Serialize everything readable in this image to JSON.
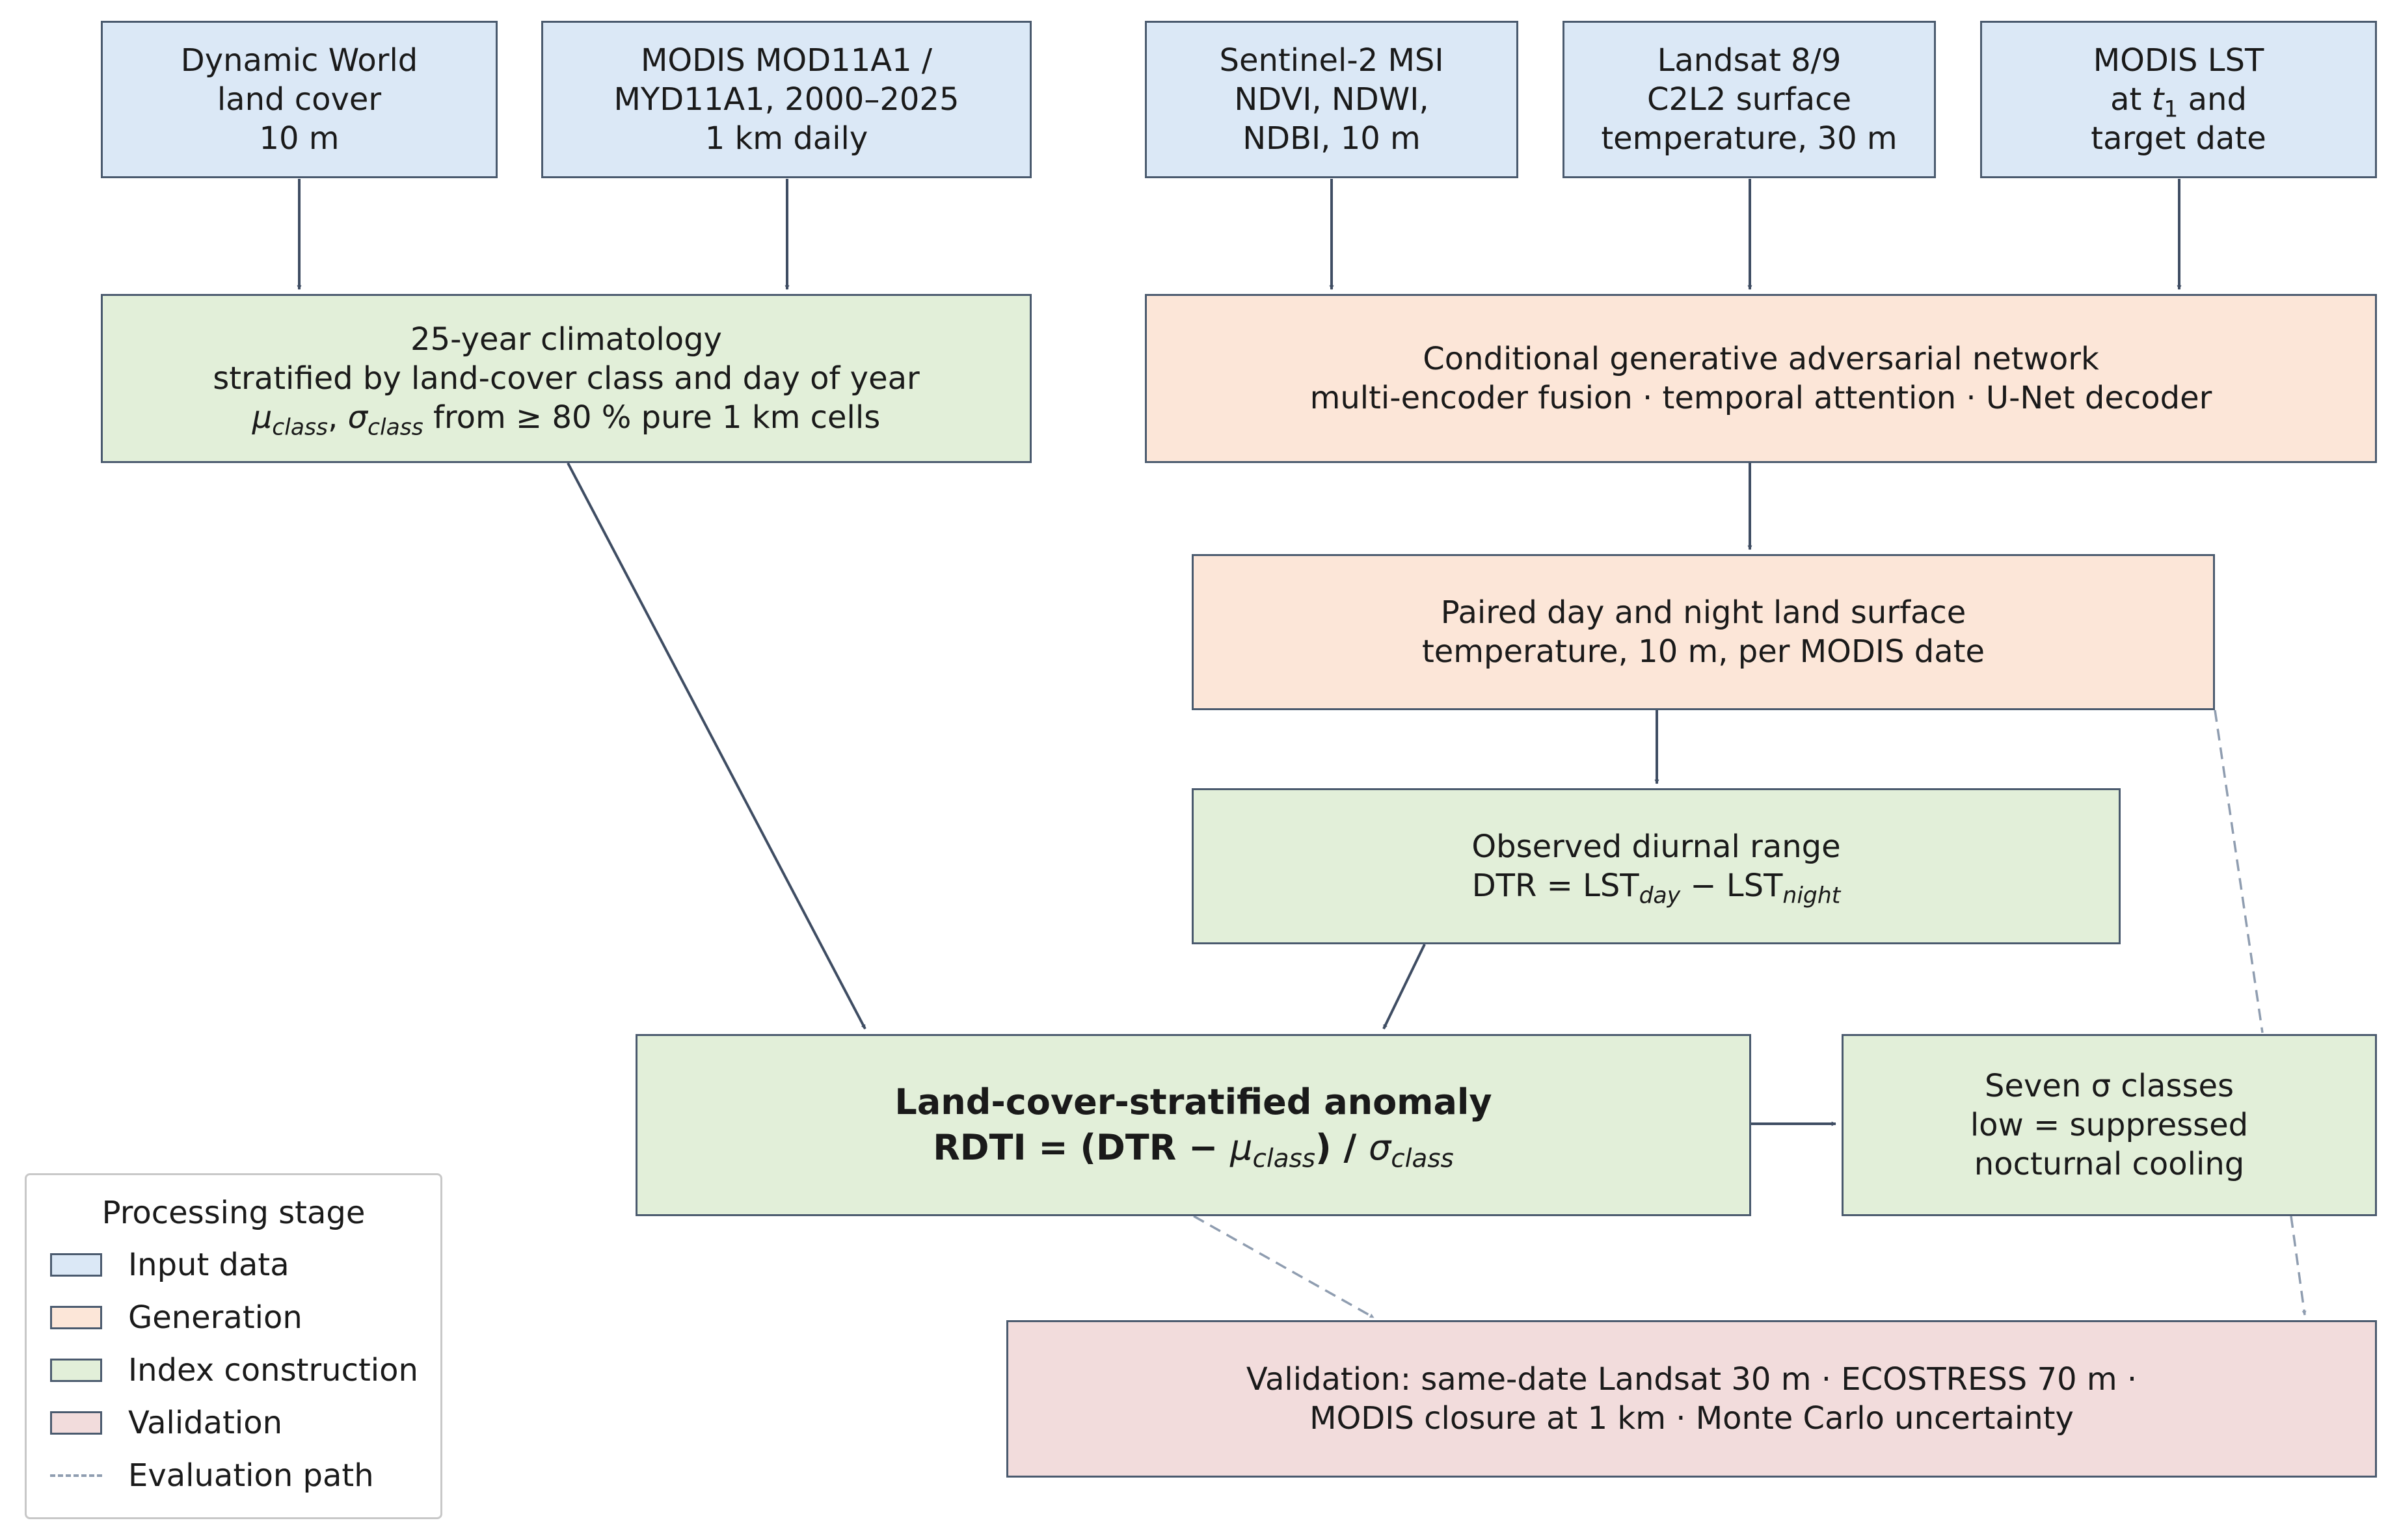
{
  "colors": {
    "input": "#dbe8f6",
    "generation": "#fce6d8",
    "index": "#e2efd9",
    "validation": "#f2dcdc",
    "arrow": "#3f4d63",
    "evaluation_path": "#8f9db0"
  },
  "inputs": {
    "dynamic_world": [
      "Dynamic World",
      "land cover",
      "10 m"
    ],
    "modis_mod11": [
      "MODIS MOD11A1 /",
      "MYD11A1, 2000–2025",
      "1 km daily"
    ],
    "sentinel2": [
      "Sentinel-2 MSI",
      "NDVI, NDWI,",
      "NDBI, 10 m"
    ],
    "landsat": [
      "Landsat 8/9",
      "C2L2 surface",
      "temperature, 30 m"
    ],
    "modis_lst": {
      "line1": "MODIS LST",
      "line2_pre": "at ",
      "line2_var": "t",
      "line2_sub": "1",
      "line2_post": " and",
      "line3": "target date"
    }
  },
  "climatology": {
    "line1": "25-year climatology",
    "line2": "stratified by land-cover class and day of year",
    "mu": "μ",
    "sigma": "σ",
    "sub": "class",
    "line3_sep": ", ",
    "line3_post": " from ≥ 80 % pure 1 km cells"
  },
  "gan": {
    "line1": "Conditional generative adversarial network",
    "line2": "multi-encoder fusion · temporal attention · U-Net decoder"
  },
  "paired": {
    "line1": "Paired day and night land surface",
    "line2": "temperature, 10 m, per MODIS date"
  },
  "dtr": {
    "line1": "Observed diurnal range",
    "lhs": "DTR = LST",
    "sub_day": "day",
    "minus": " − LST",
    "sub_night": "night"
  },
  "rdti": {
    "line1": "Land-cover-stratified anomaly",
    "pre": "RDTI = (DTR − ",
    "mu": "μ",
    "sub": "class",
    "mid": ") / ",
    "sigma": "σ"
  },
  "classes": [
    "Seven σ classes",
    "low = suppressed",
    "nocturnal cooling"
  ],
  "validation": {
    "line1": "Validation:  same-date Landsat 30 m  ·  ECOSTRESS 70 m  ·",
    "line2": "MODIS closure at 1 km  ·  Monte Carlo uncertainty"
  },
  "legend": {
    "title": "Processing stage",
    "items": [
      "Input data",
      "Generation",
      "Index construction",
      "Validation",
      "Evaluation path"
    ]
  }
}
